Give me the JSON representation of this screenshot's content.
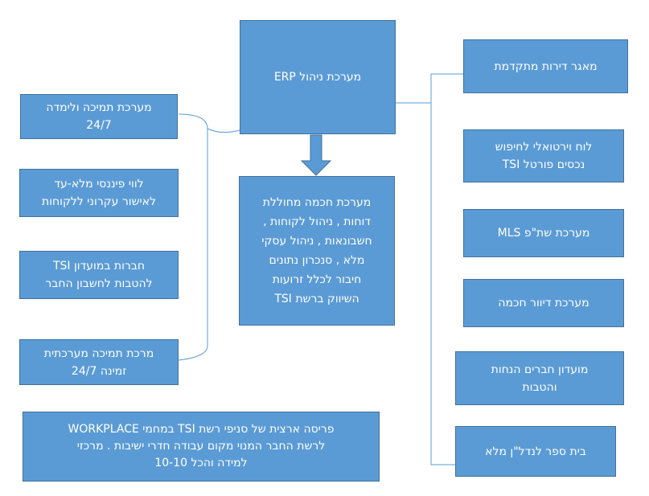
{
  "center": {
    "erp": "מערכת  ניהול ERP",
    "smart_system": "מערכת חכמה מחוללת\nדוחות , ניהול לקוחות ,\nחשבונאות , ניהול עסקי\nמלא , סנכרון נתונים\nחיבור לכלל  זרועות\nהשיווק ברשת TSI"
  },
  "left": [
    "מערכת תמיכה ולימדה\n24/7",
    "לווי  פיננסי  מלא-עד\nלאישור עקרוני ללקוחות",
    "חברות  במועדון TSI\nלהטבות לחשבון החבר",
    "מרכת  תמיכה מערכתית\nזמינה 24/7"
  ],
  "right": [
    "מאגר דירות מתקדמת",
    "לוח וירטואלי לחיפוש\nנכסים פורטל TSI",
    "מערכת שת\"פ MLS",
    "מערכת דיוור  חכמה",
    "מועדון חברים הנחות\nוהטבות",
    "בית ספר לנדל\"ן  מלא"
  ],
  "bottom": "פריסה ארצית של סניפי רשת TSI  במחמי  WORKPLACE\nלרשת החבר המנוי מקום  עבודה  חדרי  ישיבות .  מרכזי\nלמידה  והכל  10-10"
}
